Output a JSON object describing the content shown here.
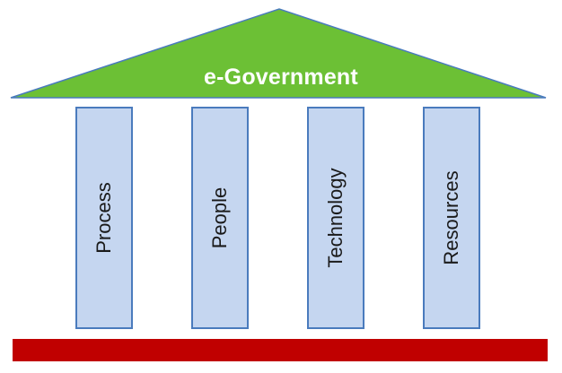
{
  "roof": {
    "title": "e-Government",
    "color": "#6cc035",
    "stroke": "#4a7bbd"
  },
  "pillars": [
    {
      "label": "Process"
    },
    {
      "label": "People"
    },
    {
      "label": "Technology"
    },
    {
      "label": "Resources"
    }
  ],
  "colors": {
    "pillar_fill": "#c5d6f0",
    "pillar_border": "#4a7bbd",
    "base": "#c00000"
  }
}
